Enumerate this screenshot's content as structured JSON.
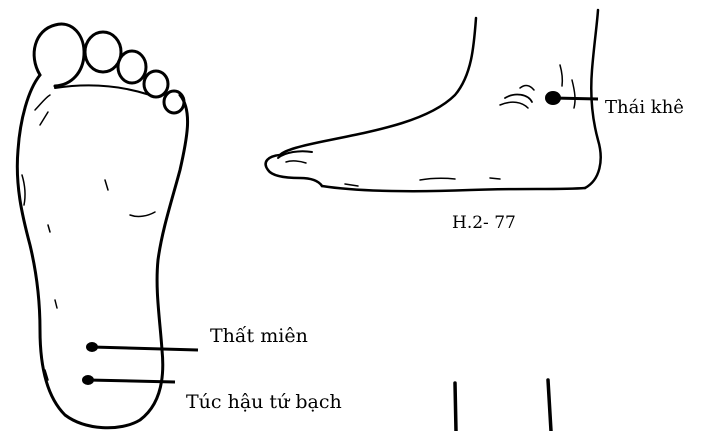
{
  "figure": {
    "caption": "H.2- 77"
  },
  "labels": {
    "thai_khe": "Thái khê",
    "that_mien": "Thất miên",
    "tuc_hau_tu_bach": "Túc hậu tứ bạch"
  },
  "colors": {
    "ink": "#000000",
    "background": "#ffffff"
  }
}
